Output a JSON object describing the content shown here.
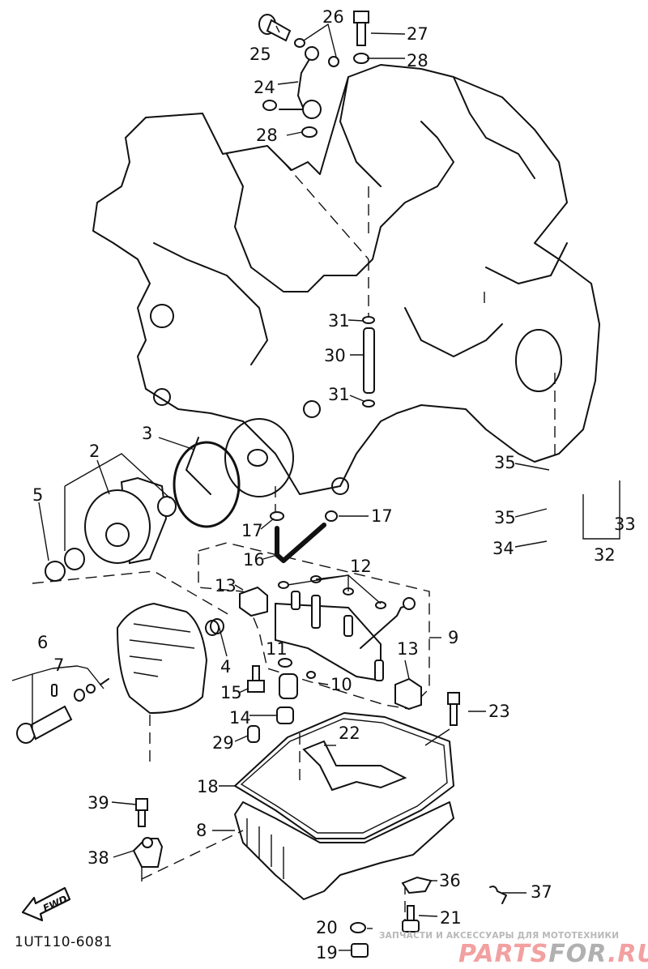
{
  "diagram": {
    "title": "Oil filter / oil pan exploded parts diagram",
    "diagram_code": "1UT110-6081",
    "direction_badge": "FWD",
    "callouts": [
      {
        "id": "c2",
        "label": "2"
      },
      {
        "id": "c3",
        "label": "3"
      },
      {
        "id": "c4",
        "label": "4"
      },
      {
        "id": "c5",
        "label": "5"
      },
      {
        "id": "c6",
        "label": "6"
      },
      {
        "id": "c7",
        "label": "7"
      },
      {
        "id": "c8",
        "label": "8"
      },
      {
        "id": "c9",
        "label": "9"
      },
      {
        "id": "c10",
        "label": "10"
      },
      {
        "id": "c11",
        "label": "11"
      },
      {
        "id": "c12",
        "label": "12"
      },
      {
        "id": "c13a",
        "label": "13"
      },
      {
        "id": "c13b",
        "label": "13"
      },
      {
        "id": "c14",
        "label": "14"
      },
      {
        "id": "c15",
        "label": "15"
      },
      {
        "id": "c16",
        "label": "16"
      },
      {
        "id": "c17a",
        "label": "17"
      },
      {
        "id": "c17b",
        "label": "17"
      },
      {
        "id": "c18",
        "label": "18"
      },
      {
        "id": "c19",
        "label": "19"
      },
      {
        "id": "c20",
        "label": "20"
      },
      {
        "id": "c21",
        "label": "21"
      },
      {
        "id": "c22",
        "label": "22"
      },
      {
        "id": "c23",
        "label": "23"
      },
      {
        "id": "c24",
        "label": "24"
      },
      {
        "id": "c25",
        "label": "25"
      },
      {
        "id": "c26",
        "label": "26"
      },
      {
        "id": "c27",
        "label": "27"
      },
      {
        "id": "c28a",
        "label": "28"
      },
      {
        "id": "c28b",
        "label": "28"
      },
      {
        "id": "c29",
        "label": "29"
      },
      {
        "id": "c30",
        "label": "30"
      },
      {
        "id": "c31a",
        "label": "31"
      },
      {
        "id": "c31b",
        "label": "31"
      },
      {
        "id": "c32",
        "label": "32"
      },
      {
        "id": "c33",
        "label": "33"
      },
      {
        "id": "c34",
        "label": "34"
      },
      {
        "id": "c35a",
        "label": "35"
      },
      {
        "id": "c35b",
        "label": "35"
      },
      {
        "id": "c36",
        "label": "36"
      },
      {
        "id": "c37",
        "label": "37"
      },
      {
        "id": "c38",
        "label": "38"
      },
      {
        "id": "c39",
        "label": "39"
      }
    ]
  },
  "watermark": {
    "line1": "ЗАПЧАСТИ И АКСЕССУАРЫ ДЛЯ МОТОТЕХНИКИ",
    "brand_part1": "PARTS",
    "brand_part2": "FOR",
    "brand_part3": ".RU"
  },
  "colors": {
    "line": "#111111",
    "watermark_red": "#f2a0a0",
    "watermark_gray": "#b0b0b0"
  }
}
